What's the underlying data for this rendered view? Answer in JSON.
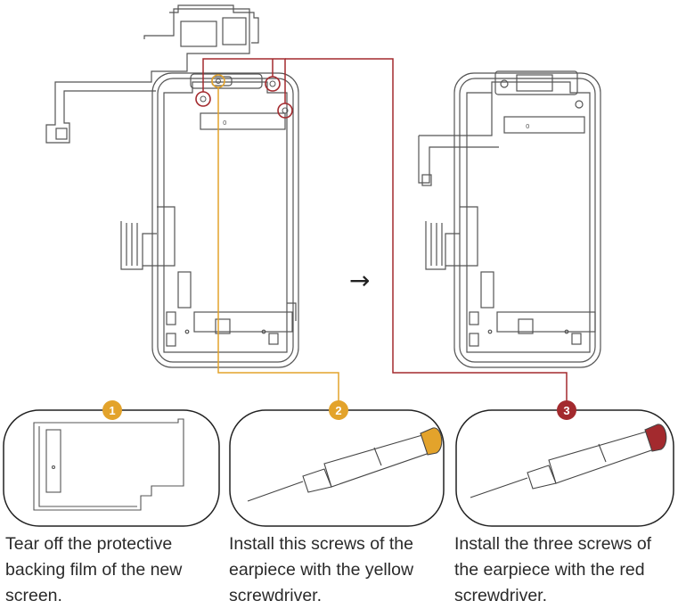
{
  "colors": {
    "yellow": "#e3a32b",
    "red": "#a32a2e",
    "line": "#555555",
    "panel_border": "#222222"
  },
  "steps": [
    {
      "number": "1",
      "badge_color": "#e3a32b",
      "caption": "Tear off the protective backing film of the new screen."
    },
    {
      "number": "2",
      "badge_color": "#e3a32b",
      "caption": "Install this screws of the earpiece with the yellow screwdriver."
    },
    {
      "number": "3",
      "badge_color": "#a32a2e",
      "caption": "Install the three screws of the earpiece with the red screwdriver."
    }
  ],
  "diagram": {
    "arrow_glyph": "→",
    "sensor_label": "0"
  }
}
